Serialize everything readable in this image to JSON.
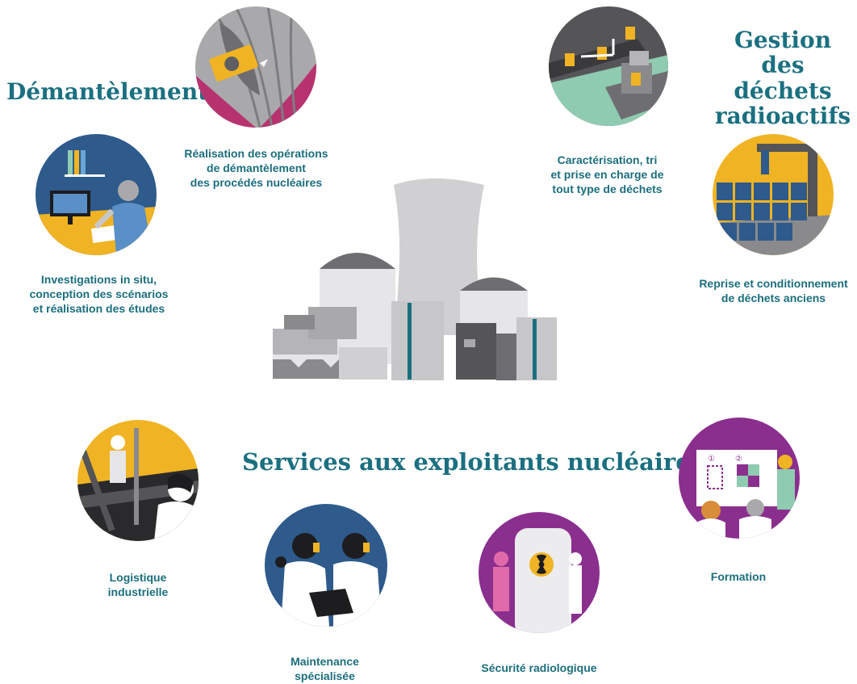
{
  "sections": {
    "dismantling": "Démantèlement",
    "waste": "Gestion\ndes déchets\nradioactifs",
    "services": "Services aux exploitants nucléaires"
  },
  "activities": {
    "dismantling_ops": "Réalisation des opérations\nde démantèlement\ndes procédés nucléaires",
    "investigations": "Investigations in situ,\nconception des scénarios\net réalisation des études",
    "characterisation": "Caractérisation, tri\net prise en charge de\ntout type de déchets",
    "legacy_waste": "Reprise et conditionnement\nde déchets anciens",
    "logistics": "Logistique\nindustrielle",
    "maintenance": "Maintenance\nspécialisée",
    "radiation_safety": "Sécurité radiologique",
    "training": "Formation"
  },
  "colors": {
    "title_teal": "#1b7080",
    "magenta": "#b7336f",
    "yellow": "#f0b323",
    "navy": "#2e5a8c",
    "mint": "#8fcbb0",
    "purple": "#8b2f8e",
    "grey": "#8a8a8c"
  },
  "icons": [
    "saw-icon",
    "computer-desk-icon",
    "conveyor-drums-icon",
    "drum-stack-crane-icon",
    "worker-harness-icon",
    "technicians-laptop-icon",
    "radiation-container-icon",
    "training-board-icon",
    "nuclear-plant-icon"
  ]
}
